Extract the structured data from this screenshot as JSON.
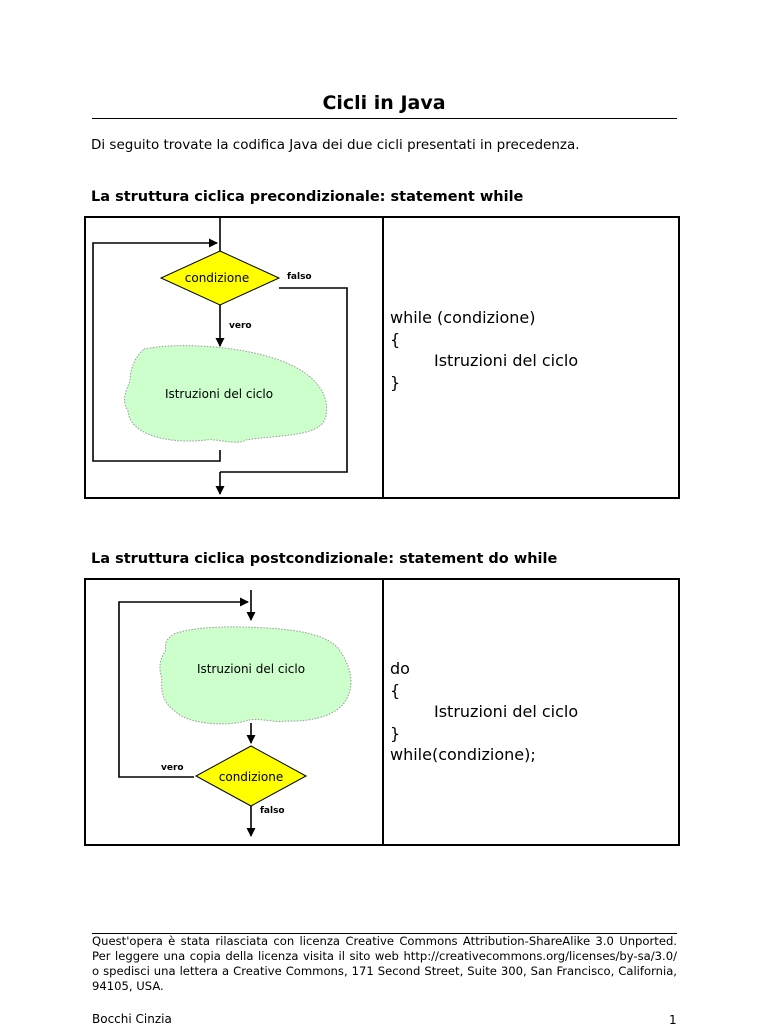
{
  "document": {
    "title": "Cicli in Java",
    "intro": "Di seguito trovate la codifica Java dei due cicli presentati in precedenza."
  },
  "sections": [
    {
      "heading": "La struttura ciclica precondizionale: statement while",
      "diagram": {
        "decision_label": "condizione",
        "true_label": "vero",
        "false_label": "falso",
        "process_label": "Istruzioni del ciclo"
      },
      "code": {
        "line1": "while (condizione)",
        "line2": "{",
        "line3": "Istruzioni del ciclo",
        "line4": "}"
      }
    },
    {
      "heading": "La struttura ciclica postcondizionale: statement do while",
      "diagram": {
        "process_label": "Istruzioni del ciclo",
        "decision_label": "condizione",
        "true_label": "vero",
        "false_label": "falso"
      },
      "code": {
        "line1": "do",
        "line2": "{",
        "line3": "Istruzioni del ciclo",
        "line4": "}",
        "line5": "while(condizione);"
      }
    }
  ],
  "footer": {
    "license": "Quest'opera è stata rilasciata con licenza Creative Commons Attribution-ShareAlike 3.0 Unported. Per leggere una copia della licenza visita il sito web http://creativecommons.org/licenses/by-sa/3.0/ o spedisci una lettera a Creative Commons, 171 Second Street, Suite 300, San Francisco, California, 94105, USA.",
    "author": "Bocchi Cinzia",
    "page_number": "1"
  },
  "colors": {
    "decision_fill": "#ffff00",
    "process_fill": "#ccffcc"
  }
}
